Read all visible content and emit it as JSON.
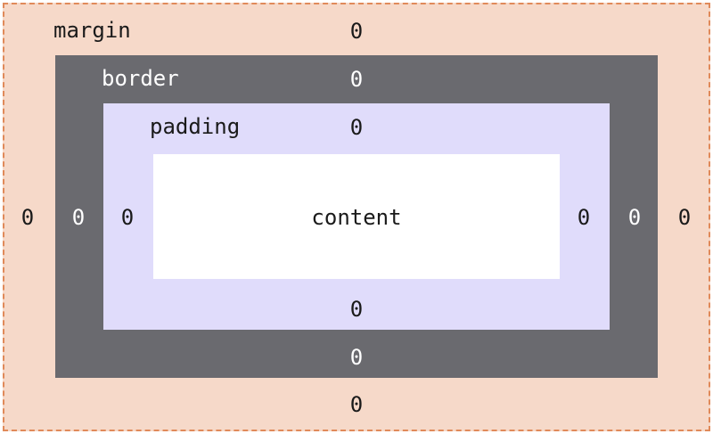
{
  "colors": {
    "margin_fill": "#f6d9c9",
    "margin_dash": "#e08a5a",
    "border_fill": "#6a6a6f",
    "padding_fill": "#e0dcfb",
    "content_fill": "#ffffff",
    "text_dark": "#1a1a1a",
    "text_light": "#ffffff"
  },
  "margin": {
    "label": "margin",
    "top": "0",
    "right": "0",
    "bottom": "0",
    "left": "0"
  },
  "border": {
    "label": "border",
    "top": "0",
    "right": "0",
    "bottom": "0",
    "left": "0"
  },
  "padding": {
    "label": "padding",
    "top": "0",
    "right": "0",
    "bottom": "0",
    "left": "0"
  },
  "content": {
    "label": "content"
  }
}
